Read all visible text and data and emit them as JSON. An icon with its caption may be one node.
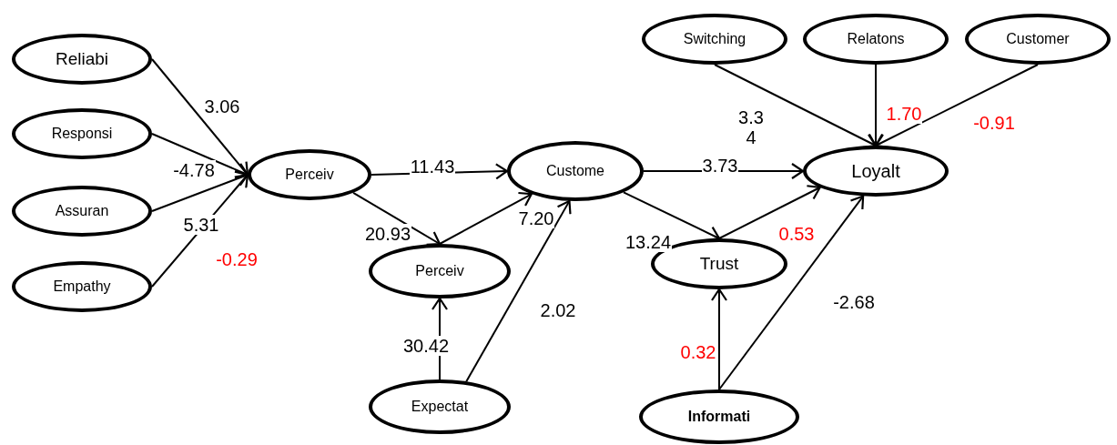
{
  "diagram": {
    "nodes": [
      {
        "text": [
          "Reliabi"
        ]
      },
      {
        "text": [
          "Responsi"
        ]
      },
      {
        "text": [
          "Assuran"
        ]
      },
      {
        "text": [
          "Empathy"
        ]
      },
      {
        "text": [
          "Perceiv"
        ]
      },
      {
        "text": [
          "Custome"
        ]
      },
      {
        "text": [
          "Perceiv"
        ]
      },
      {
        "text": [
          "Expectat"
        ]
      },
      {
        "text": [
          "Switching"
        ]
      },
      {
        "text": [
          "Relatons"
        ]
      },
      {
        "text": [
          "Customer"
        ]
      },
      {
        "text": [
          "Loyalt"
        ]
      },
      {
        "text": [
          "Trust"
        ]
      },
      {
        "text": [
          "Informati"
        ]
      }
    ],
    "edges": [
      {
        "from": 0,
        "to": 4,
        "arrow": "to",
        "label": "3.06"
      },
      {
        "from": 1,
        "to": 4,
        "arrow": "to",
        "label": "-4.78"
      },
      {
        "from": 2,
        "to": 4,
        "arrow": "to",
        "label": "5.31"
      },
      {
        "from": 3,
        "to": 4,
        "arrow": "to",
        "label": "-0.29"
      },
      {
        "from": 4,
        "to": 5,
        "arrow": "to",
        "label": "11.43"
      },
      {
        "from": 4,
        "to": 6,
        "arrow": "to",
        "label": "20.93"
      },
      {
        "from": 6,
        "to": 5,
        "arrow": "to",
        "label": "7.20"
      },
      {
        "from": 7,
        "to": 6,
        "arrow": "to",
        "label": "30.42"
      },
      {
        "from": 7,
        "to": 5,
        "arrow": "to",
        "label": "2.02"
      },
      {
        "from": 5,
        "to": 11,
        "arrow": "to",
        "label": "3.73"
      },
      {
        "from": 5,
        "to": 12,
        "arrow": "to",
        "label": "13.24"
      },
      {
        "from": 12,
        "to": 11,
        "arrow": "to",
        "label": "0.53"
      },
      {
        "from": 8,
        "to": 11,
        "arrow": "to",
        "label": "3.3 4"
      },
      {
        "from": 9,
        "to": 11,
        "arrow": "to",
        "label": "1.70"
      },
      {
        "from": 10,
        "to": 11,
        "arrow": "to",
        "label": "-0.91"
      },
      {
        "from": 13,
        "to": 12,
        "arrow": "to",
        "label": "0.32"
      },
      {
        "from": 13,
        "to": 11,
        "arrow": "to",
        "label": "-2.68"
      }
    ]
  }
}
